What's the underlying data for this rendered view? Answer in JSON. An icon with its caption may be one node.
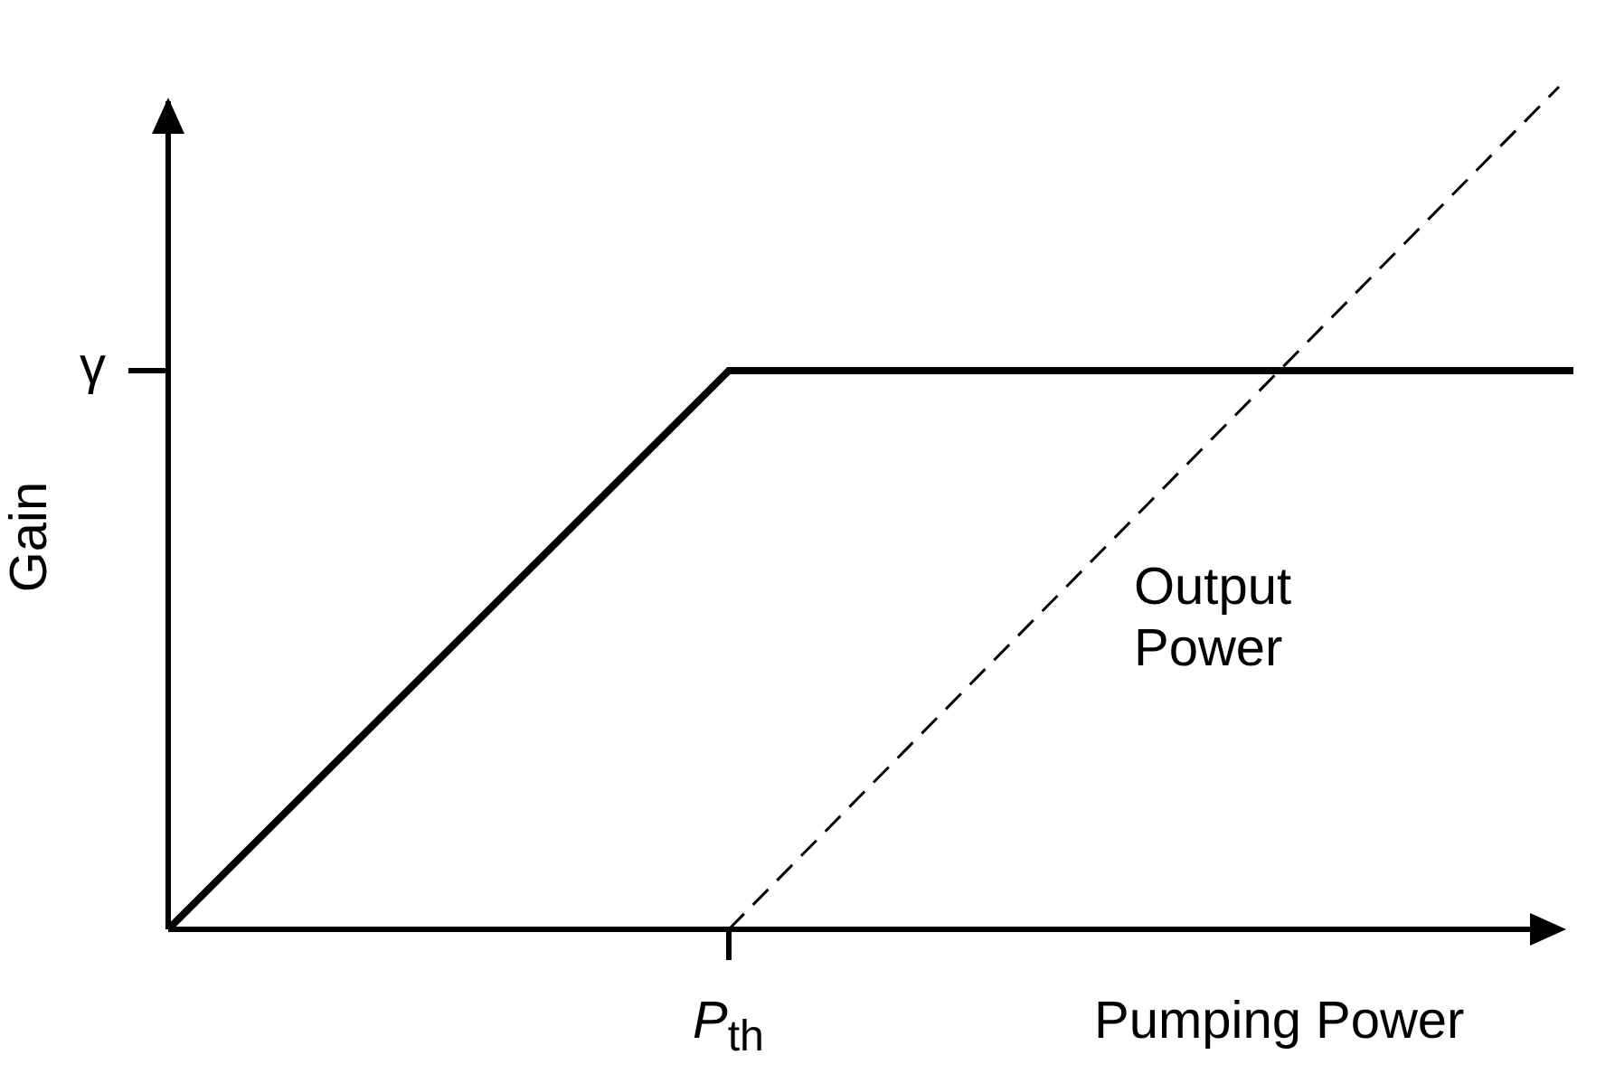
{
  "diagram": {
    "labels": [
      "γ",
      "Gain",
      "Output Power",
      "*P*$_{th}$",
      "Pumping Power"
    ]
  }
}
